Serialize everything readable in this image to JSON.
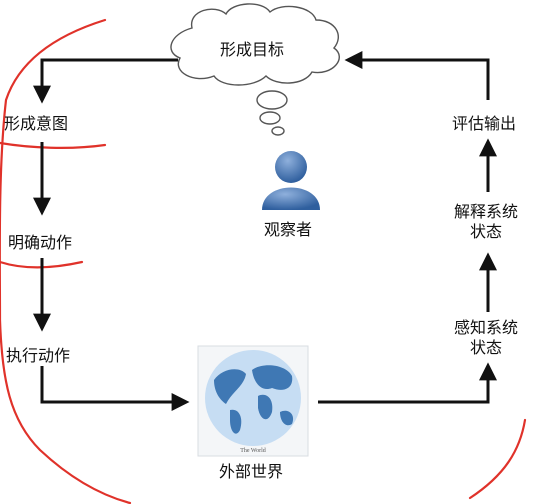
{
  "diagram": {
    "goal": "形成目标",
    "steps_left": [
      "形成意图",
      "明确动作",
      "执行动作"
    ],
    "steps_right": [
      "评估输出",
      "解释系统\n状态",
      "感知系统\n状态"
    ],
    "observer": "观察者",
    "world": "外部世界",
    "globe_caption": "The World",
    "colors": {
      "arrow": "#111111",
      "annotation": "#e0322a",
      "person": "#4a77b5",
      "globe_ocean": "#c6ddf3",
      "globe_land": "#3f78b4"
    },
    "icons": [
      "thought-cloud-icon",
      "person-icon",
      "globe-icon"
    ]
  }
}
